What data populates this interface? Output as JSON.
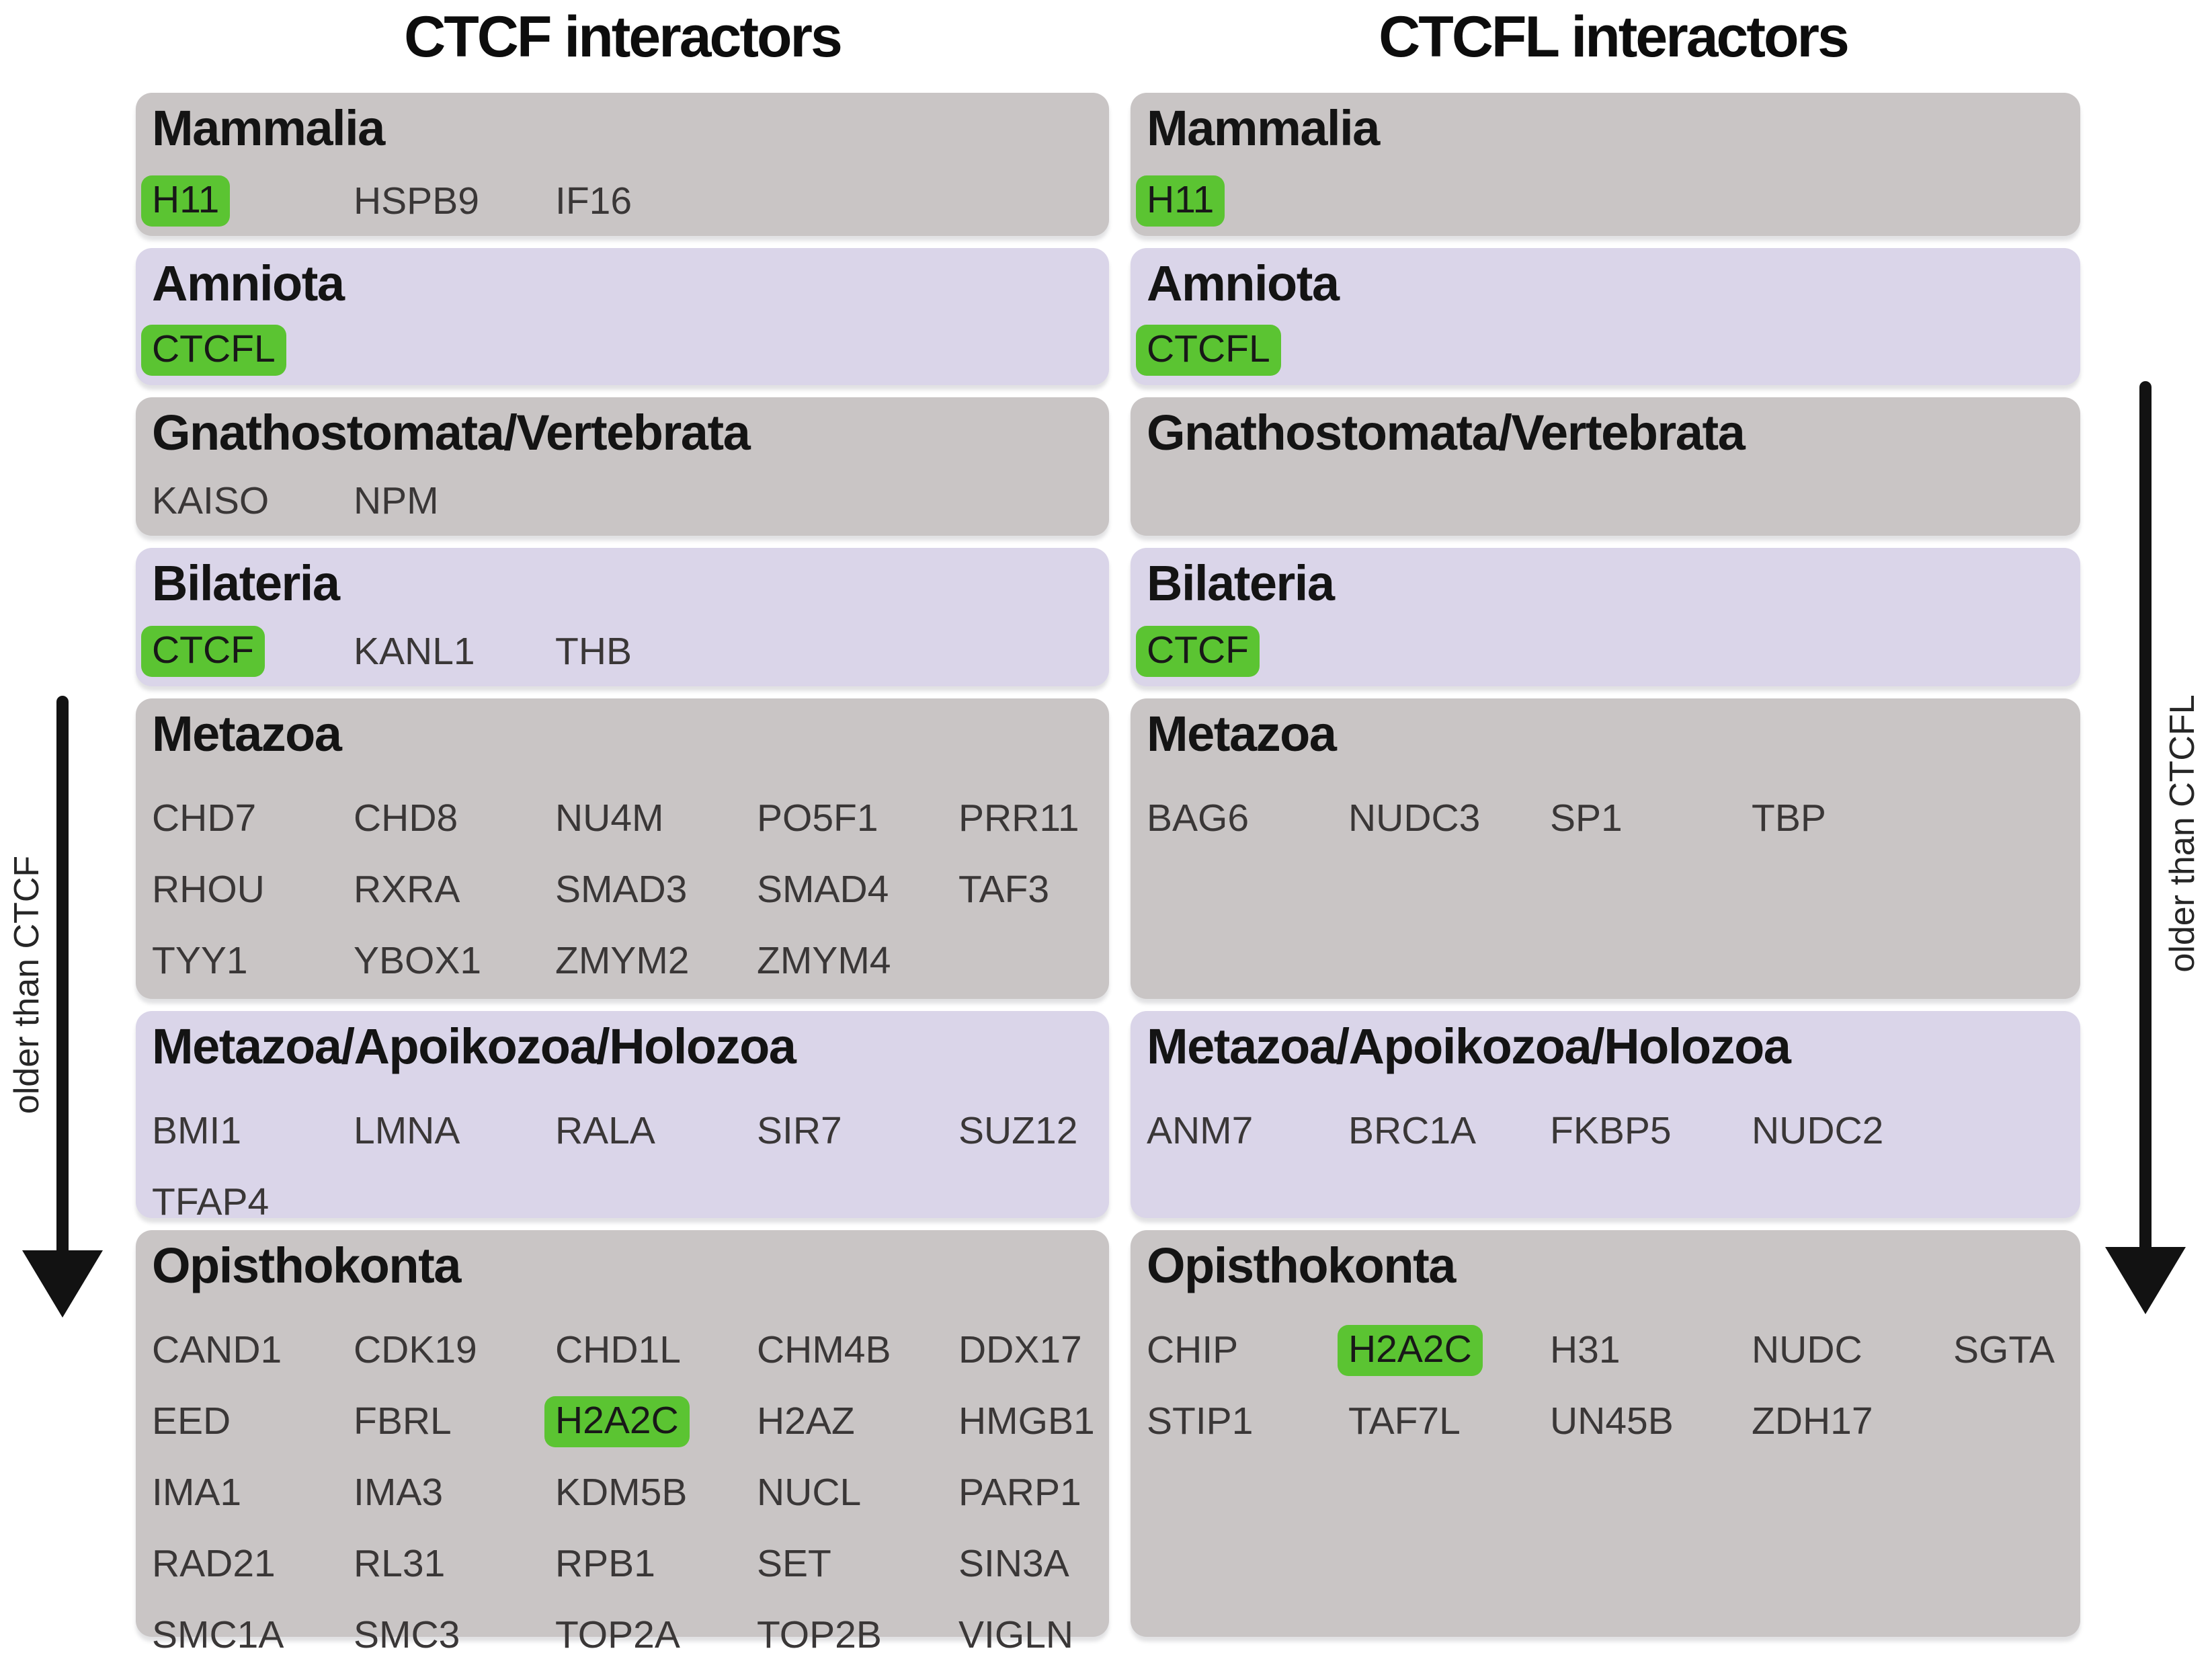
{
  "page": {
    "left_title": "CTCF interactors",
    "right_title": "CTCFL interactors",
    "left_arrow_label": "older than CTCF",
    "right_arrow_label": "older than CTCFL"
  },
  "colors": {
    "gray_box": "#c9c5c5",
    "lavender_box": "#dad5e9",
    "highlight_green": "#5bc432",
    "arrow_black": "#121212"
  },
  "columns": [
    {
      "title": "CTCF interactors",
      "boxes": [
        {
          "clade": "Mammalia",
          "genes": [
            {
              "name": "H11",
              "highlight": true
            },
            {
              "name": "HSPB9"
            },
            {
              "name": "IF16"
            }
          ]
        },
        {
          "clade": "Amniota",
          "genes": [
            {
              "name": "CTCFL",
              "highlight": true
            }
          ]
        },
        {
          "clade": "Gnathostomata/Vertebrata",
          "genes": [
            {
              "name": "KAISO"
            },
            {
              "name": "NPM"
            }
          ]
        },
        {
          "clade": "Bilateria",
          "genes": [
            {
              "name": "CTCF",
              "highlight": true
            },
            {
              "name": "KANL1"
            },
            {
              "name": "THB"
            }
          ]
        },
        {
          "clade": "Metazoa",
          "genes": [
            {
              "name": "CHD7"
            },
            {
              "name": "CHD8"
            },
            {
              "name": "NU4M"
            },
            {
              "name": "PO5F1"
            },
            {
              "name": "PRR11"
            },
            {
              "name": "RHOU"
            },
            {
              "name": "RXRA"
            },
            {
              "name": "SMAD3"
            },
            {
              "name": "SMAD4"
            },
            {
              "name": "TAF3"
            },
            {
              "name": "TYY1"
            },
            {
              "name": "YBOX1"
            },
            {
              "name": "ZMYM2"
            },
            {
              "name": "ZMYM4"
            }
          ]
        },
        {
          "clade": "Metazoa/Apoikozoa/Holozoa",
          "genes": [
            {
              "name": "BMI1"
            },
            {
              "name": "LMNA"
            },
            {
              "name": "RALA"
            },
            {
              "name": "SIR7"
            },
            {
              "name": "SUZ12"
            },
            {
              "name": "TFAP4"
            }
          ]
        },
        {
          "clade": "Opisthokonta",
          "genes": [
            {
              "name": "CAND1"
            },
            {
              "name": "CDK19"
            },
            {
              "name": "CHD1L"
            },
            {
              "name": "CHM4B"
            },
            {
              "name": "DDX17"
            },
            {
              "name": "EED"
            },
            {
              "name": "FBRL"
            },
            {
              "name": "H2A2C",
              "highlight": true
            },
            {
              "name": "H2AZ"
            },
            {
              "name": "HMGB1"
            },
            {
              "name": "IMA1"
            },
            {
              "name": "IMA3"
            },
            {
              "name": "KDM5B"
            },
            {
              "name": "NUCL"
            },
            {
              "name": "PARP1"
            },
            {
              "name": "RAD21"
            },
            {
              "name": "RL31"
            },
            {
              "name": "RPB1"
            },
            {
              "name": "SET"
            },
            {
              "name": "SIN3A"
            },
            {
              "name": "SMC1A"
            },
            {
              "name": "SMC3"
            },
            {
              "name": "TOP2A"
            },
            {
              "name": "TOP2B"
            },
            {
              "name": "VIGLN"
            }
          ]
        }
      ]
    },
    {
      "title": "CTCFL interactors",
      "boxes": [
        {
          "clade": "Mammalia",
          "genes": [
            {
              "name": "H11",
              "highlight": true
            }
          ]
        },
        {
          "clade": "Amniota",
          "genes": [
            {
              "name": "CTCFL",
              "highlight": true
            }
          ]
        },
        {
          "clade": "Gnathostomata/Vertebrata",
          "genes": []
        },
        {
          "clade": "Bilateria",
          "genes": [
            {
              "name": "CTCF",
              "highlight": true
            }
          ]
        },
        {
          "clade": "Metazoa",
          "genes": [
            {
              "name": "BAG6"
            },
            {
              "name": "NUDC3"
            },
            {
              "name": "SP1"
            },
            {
              "name": "TBP"
            }
          ]
        },
        {
          "clade": "Metazoa/Apoikozoa/Holozoa",
          "genes": [
            {
              "name": "ANM7"
            },
            {
              "name": "BRC1A"
            },
            {
              "name": "FKBP5"
            },
            {
              "name": "NUDC2"
            }
          ]
        },
        {
          "clade": "Opisthokonta",
          "genes": [
            {
              "name": "CHIP"
            },
            {
              "name": "H2A2C",
              "highlight": true
            },
            {
              "name": "H31"
            },
            {
              "name": "NUDC"
            },
            {
              "name": "SGTA"
            },
            {
              "name": "STIP1"
            },
            {
              "name": "TAF7L"
            },
            {
              "name": "UN45B"
            },
            {
              "name": "ZDH17"
            }
          ]
        }
      ]
    }
  ]
}
